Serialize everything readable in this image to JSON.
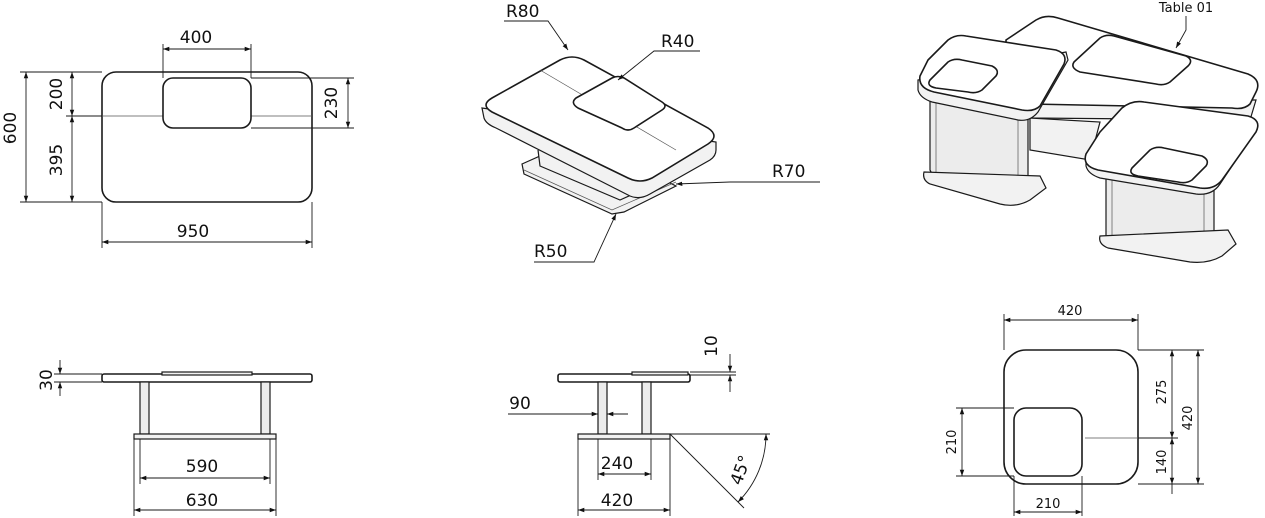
{
  "dims": {
    "top": {
      "w400": "400",
      "h600": "600",
      "h200": "200",
      "h395": "395",
      "h230": "230",
      "w950": "950"
    },
    "iso": {
      "r80": "R80",
      "r40": "R40",
      "r70": "R70",
      "r50": "R50"
    },
    "tag": {
      "name": "Table 01"
    },
    "front": {
      "h30": "30",
      "w590": "590",
      "w630": "630"
    },
    "side": {
      "h10": "10",
      "w90": "90",
      "w240": "240",
      "w420": "420",
      "angle": "45°"
    },
    "stool": {
      "w420top": "420",
      "h275": "275",
      "h420": "420",
      "h210": "210",
      "h140": "140",
      "w210": "210"
    }
  }
}
